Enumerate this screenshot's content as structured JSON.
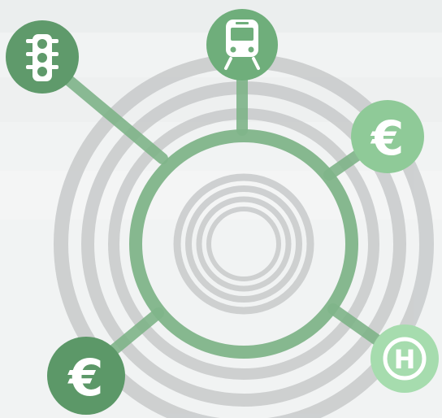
{
  "colors": {
    "background": "#f1f3f3",
    "ring_gray": "#c9cbcc",
    "hub_green": "#7fb489",
    "spoke_green": "#7fb489",
    "node_dark_green": "#5f9a6b",
    "node_mid_green": "#78b384",
    "node_light_green": "#a9dcb0",
    "icon_white": "#ffffff"
  },
  "nodes": [
    {
      "id": "traffic-light",
      "icon": "traffic-light-icon",
      "text": ""
    },
    {
      "id": "train",
      "icon": "train-icon",
      "text": ""
    },
    {
      "id": "euro-top",
      "icon": "euro-icon",
      "text": "€"
    },
    {
      "id": "euro-bottom",
      "icon": "euro-icon",
      "text": "€"
    },
    {
      "id": "hospital",
      "icon": "hospital-icon",
      "text": "H"
    }
  ]
}
